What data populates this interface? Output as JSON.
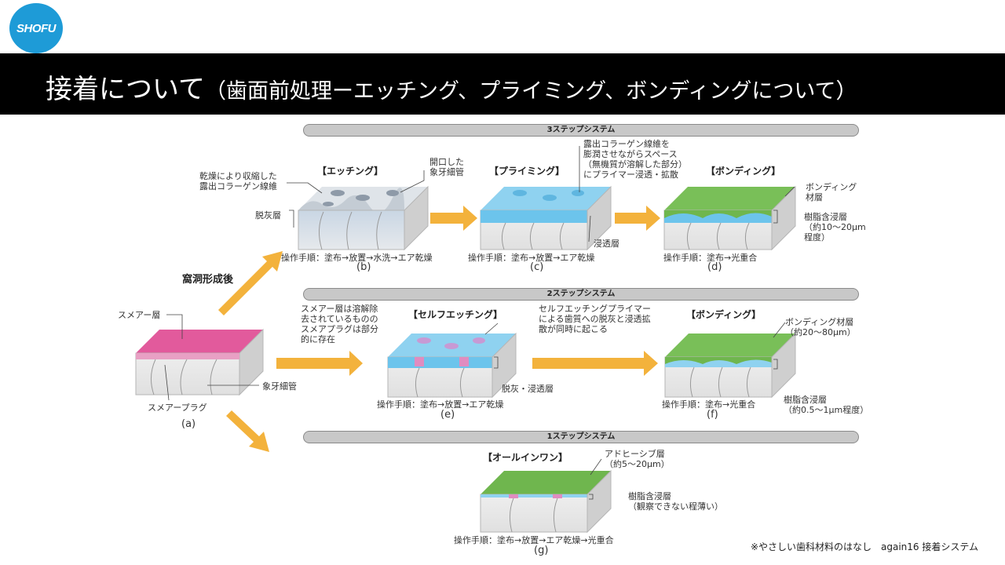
{
  "logo": {
    "text": "SHOFU"
  },
  "title": {
    "main": "接着について",
    "sub": "（歯面前処理ーエッチング、プライミング、ボンディングについて）"
  },
  "systems": {
    "three": "3ステップシステム",
    "two": "2ステップシステム",
    "one": "1ステップシステム"
  },
  "stages": {
    "etching": "【エッチング】",
    "priming": "【プライミング】",
    "bonding3": "【ボンディング】",
    "self_etching": "【セルフエッチング】",
    "bonding2": "【ボンディング】",
    "allinone": "【オールインワン】"
  },
  "procedures": {
    "b": "操作手順：塗布→放置→水洗→エア乾燥",
    "c": "操作手順：塗布→放置→エア乾燥",
    "d": "操作手順：塗布→光重合",
    "e": "操作手順：塗布→放置→エア乾燥",
    "f": "操作手順：塗布→光重合",
    "g": "操作手順：塗布→放置→エア乾燥→光重合"
  },
  "letters": {
    "a": "(a)",
    "b": "(b)",
    "c": "(c)",
    "d": "(d)",
    "e": "(e)",
    "f": "(f)",
    "g": "(g)"
  },
  "labels": {
    "cavity_after": "窩洞形成後",
    "smear_layer": "スメアー層",
    "smear_plug": "スメアープラグ",
    "dentin_tubule_a": "象牙細管",
    "shrunk_collagen_1": "乾燥により収縮した",
    "shrunk_collagen_2": "露出コラーゲン線維",
    "open_tubule_1": "開口した",
    "open_tubule_2": "象牙細管",
    "decalcified": "脱灰層",
    "primer_note_1": "露出コラーゲン線維を",
    "primer_note_2": "膨潤させながらスペース",
    "primer_note_3": "（無機質が溶解した部分）",
    "primer_note_4": "にプライマー浸透・拡散",
    "penetration": "浸透層",
    "bonding_layer_1": "ボンディング",
    "bonding_layer_2": "材層",
    "resin_layer_1": "樹脂含浸層",
    "resin_layer_2": "（約10〜20μm",
    "resin_layer_3": "程度）",
    "smear_note_1": "スメアー層は溶解除",
    "smear_note_2": "去されているものの",
    "smear_note_3": "スメアプラグは部分",
    "smear_note_4": "的に存在",
    "self_note_1": "セルフエッチングプライマー",
    "self_note_2": "による歯質への脱灰と浸透拡",
    "self_note_3": "散が同時に起こる",
    "decal_pen": "脱灰・浸透層",
    "bond_f_1": "ボンディング材層",
    "bond_f_2": "（約20〜80μm）",
    "resin_f_1": "樹脂含浸層",
    "resin_f_2": "（約0.5〜1μm程度）",
    "adhesive_1": "アドヒーシブ層",
    "adhesive_2": "（約5〜20μm）",
    "resin_g_1": "樹脂含浸層",
    "resin_g_2": "（観察できない程薄い）"
  },
  "credit": "※やさしい歯科材料のはなし　again16 接着システム",
  "colors": {
    "smear": "#e25a9c",
    "etched": "#d8dde3",
    "primer": "#6cc4ec",
    "bonding": "#6fb64e",
    "tooth": "#eaeaea",
    "arrow": "#f3b23c"
  }
}
